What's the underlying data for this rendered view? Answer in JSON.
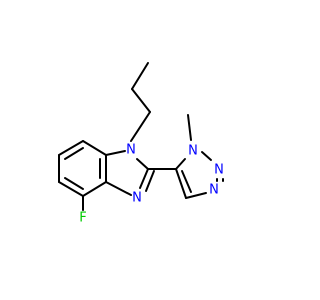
{
  "molecule": {
    "atoms": {
      "fluorine": {
        "symbol": "F",
        "color": "#00cc00"
      },
      "n_propyl": {
        "symbol": "N",
        "color": "#0000ff"
      },
      "n_imine": {
        "symbol": "N",
        "color": "#0000ff"
      },
      "n_methyl": {
        "symbol": "N",
        "color": "#0000ff"
      },
      "n_triazole_2": {
        "symbol": "N",
        "color": "#0000ff"
      },
      "n_triazole_3": {
        "symbol": "N",
        "color": "#0000ff"
      }
    },
    "bond_color": "#000000"
  }
}
